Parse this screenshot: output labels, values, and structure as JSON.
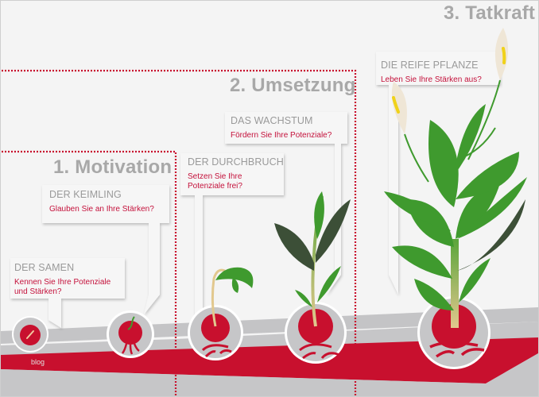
{
  "phases": [
    {
      "label": "1. Motivation"
    },
    {
      "label": "2. Umsetzung"
    },
    {
      "label": "3. Tatkraft"
    }
  ],
  "stages": [
    {
      "title": "DER SAMEN",
      "question": "Kennen Sie Ihre Potenziale und Stärken?"
    },
    {
      "title": "DER KEIMLING",
      "question": "Glauben Sie an Ihre Stärken?"
    },
    {
      "title": "DER DURCHBRUCH",
      "question": "Setzen Sie Ihre Potenziale frei?"
    },
    {
      "title": "DAS WACHSTUM",
      "question": "Fördern Sie Ihre Potenziale?"
    },
    {
      "title": "DIE REIFE PFLANZE",
      "question": "Leben Sie Ihre Stärken aus?"
    }
  ],
  "watermark": "blog",
  "colors": {
    "accent_red": "#c8102e",
    "title_gray": "#a8a8a8",
    "ground_gray": "#c4c4c6",
    "leaf_green": "#3f9a2e",
    "leaf_dark": "#3c4f37",
    "background": "#f4f4f4"
  }
}
